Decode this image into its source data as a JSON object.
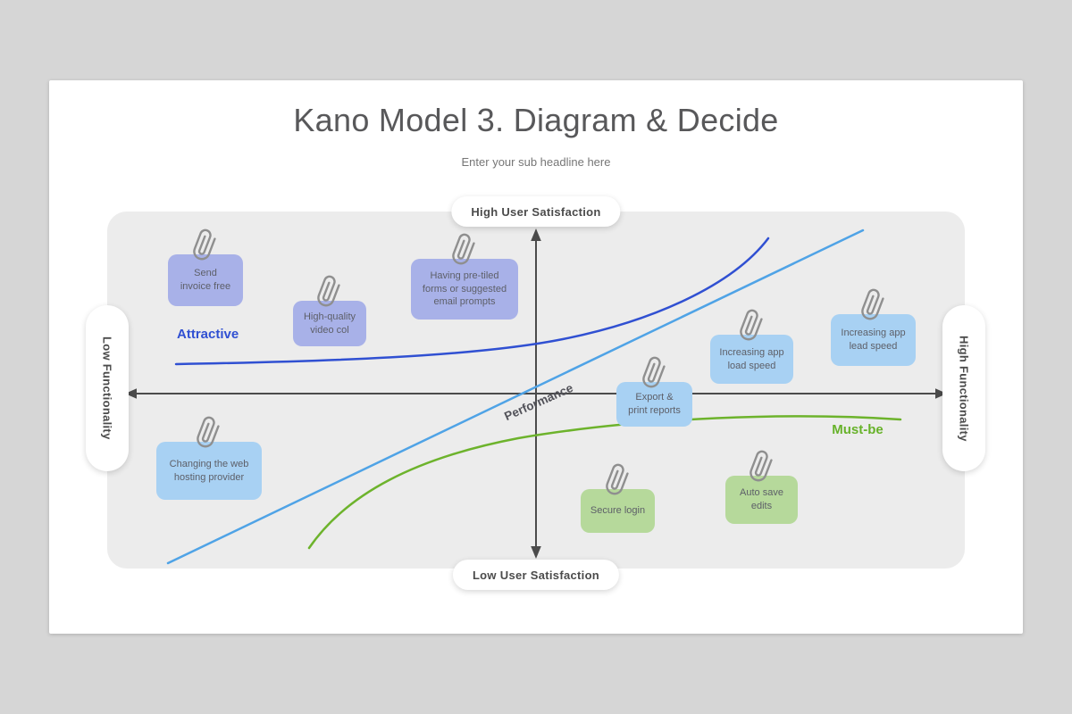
{
  "colors": {
    "canvas_background": "#d6d6d6",
    "slide_background": "#ffffff",
    "panel_background": "#ececec",
    "axis": "#4b4b4b",
    "note_purple": "#a8b1e8",
    "note_blue": "#a8d1f3",
    "note_green": "#b6d99b",
    "paperclip": "#8f8f8f"
  },
  "header": {
    "title": "Kano Model 3. Diagram & Decide",
    "subtitle": "Enter your sub headline here"
  },
  "axis_labels": {
    "top": "High User Satisfaction",
    "bottom": "Low User Satisfaction",
    "left": "Low Functionality",
    "right": "High Functionality"
  },
  "curves": [
    {
      "name": "Attractive",
      "color": "#3050d2",
      "label_color": "#3050d2"
    },
    {
      "name": "Performance",
      "color": "#4fa3e6",
      "label_color": "#515158"
    },
    {
      "name": "Must-be",
      "color": "#6db32c",
      "label_color": "#67b22a"
    }
  ],
  "notes": [
    {
      "text": "Send\ninvoice free",
      "category": "Attractive",
      "color": "#a8b1e8"
    },
    {
      "text": "High-quality\nvideo col",
      "category": "Attractive",
      "color": "#a8b1e8"
    },
    {
      "text": "Having pre-tiled\nforms or suggested\nemail prompts",
      "category": "Attractive",
      "color": "#a8b1e8"
    },
    {
      "text": "Increasing app\nload speed",
      "category": "Performance",
      "color": "#a8d1f3"
    },
    {
      "text": "Increasing app\nlead speed",
      "category": "Performance",
      "color": "#a8d1f3"
    },
    {
      "text": "Export &\nprint reports",
      "category": "Performance",
      "color": "#a8d1f3"
    },
    {
      "text": "Changing the web\nhosting provider",
      "category": "Performance",
      "color": "#a8d1f3"
    },
    {
      "text": "Secure login",
      "category": "Must-be",
      "color": "#b6d99b"
    },
    {
      "text": "Auto save\nedits",
      "category": "Must-be",
      "color": "#b6d99b"
    }
  ],
  "icons": {
    "note_clip": "paperclip"
  }
}
